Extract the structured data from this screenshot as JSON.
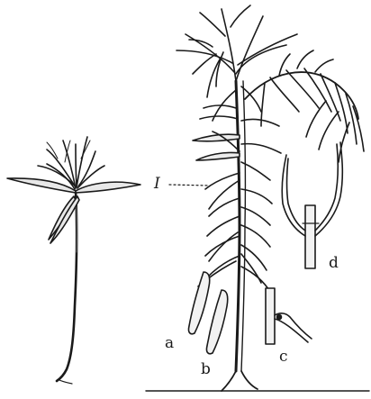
{
  "figure": {
    "labels": {
      "I": "I",
      "a": "a",
      "b": "b",
      "c": "c",
      "d": "d"
    },
    "ink_color": "#1a1a1a"
  }
}
